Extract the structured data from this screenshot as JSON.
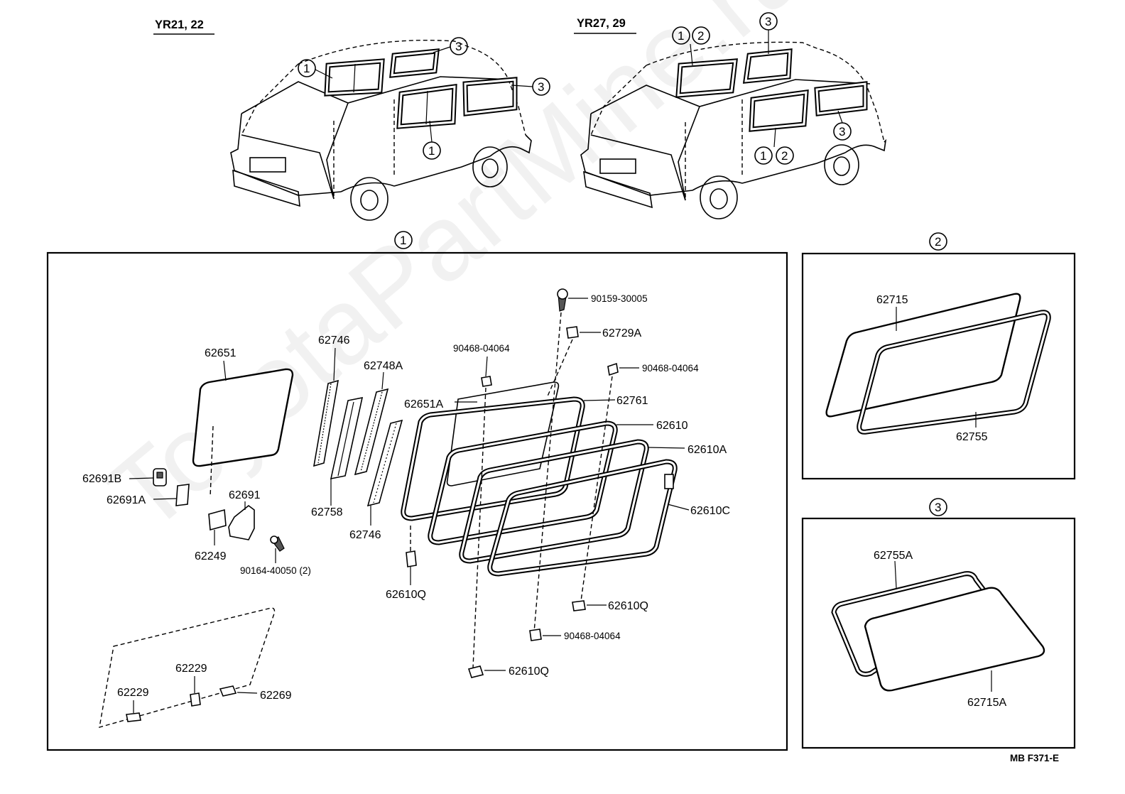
{
  "models": {
    "left": "YR21, 22",
    "right": "YR27, 29"
  },
  "callouts": {
    "c1": "1",
    "c2": "2",
    "c3": "3"
  },
  "sections": {
    "s1": "1",
    "s2": "2",
    "s3": "3"
  },
  "parts": {
    "p62651": "62651",
    "p62691B": "62691B",
    "p62691A": "62691A",
    "p62691": "62691",
    "p62249": "62249",
    "p90164": "90164-40050 (2)",
    "p62746a": "62746",
    "p62748A": "62748A",
    "p62758": "62758",
    "p62746b": "62746",
    "p90468a": "90468-04064",
    "p90159": "90159-30005",
    "p62729A": "62729A",
    "p90468b": "90468-04064",
    "p62651A": "62651A",
    "p62761": "62761",
    "p62610": "62610",
    "p62610A": "62610A",
    "p62610C": "62610C",
    "p62610Qa": "62610Q",
    "p62610Qb": "62610Q",
    "p90468c": "90468-04064",
    "p62610Qc": "62610Q",
    "p62229a": "62229",
    "p62229b": "62229",
    "p62269": "62269",
    "p62715": "62715",
    "p62755": "62755",
    "p62755A": "62755A",
    "p62715A": "62715A"
  },
  "footer_code": "MB  F371-E",
  "watermark": "ToyotaPartMine.ru",
  "colors": {
    "ink": "#000000",
    "paper": "#ffffff",
    "watermark": "#c8c8c8"
  }
}
